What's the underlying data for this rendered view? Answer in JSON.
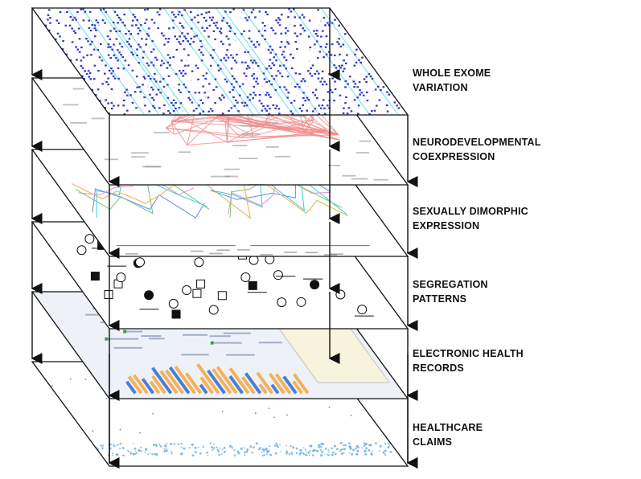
{
  "layers": [
    {
      "line1": "WHOLE EXOME",
      "line2": "VARIATION"
    },
    {
      "line1": "NEURODEVELOPMENTAL",
      "line2": "COEXPRESSION"
    },
    {
      "line1": "SEXUALLY DIMORPHIC",
      "line2": "EXPRESSION"
    },
    {
      "line1": "SEGREGATION",
      "line2": "PATTERNS"
    },
    {
      "line1": "ELECTRONIC HEALTH",
      "line2": "RECORDS"
    },
    {
      "line1": "HEALTHCARE",
      "line2": "CLAIMS"
    }
  ],
  "colors": {
    "outline": "#111111",
    "exome_dots": "#2d39c8",
    "exome_cyan": "#26d3e6",
    "network": "#f28b8b",
    "ehr_orange": "#f5b15a",
    "ehr_blue": "#4b7fd0",
    "ehr_green": "#3aa14a",
    "claims_blue": "#6aaee0"
  }
}
